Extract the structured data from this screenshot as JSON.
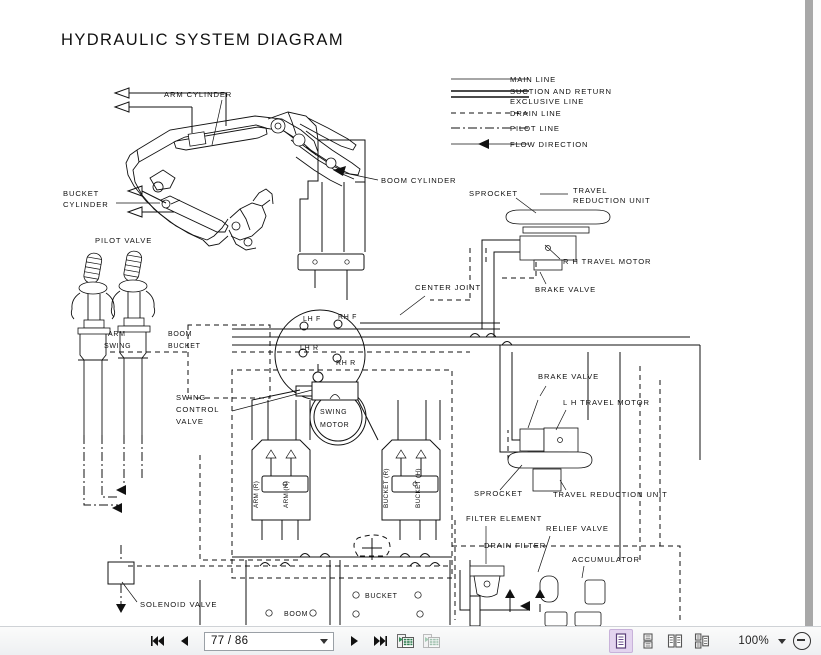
{
  "document": {
    "title": "HYDRAULIC SYSTEM DIAGRAM",
    "legend": {
      "items": [
        {
          "label": "MAIN LINE",
          "style": "thin-solid"
        },
        {
          "label": "SUCTION AND RETURN",
          "style": "thick-double"
        },
        {
          "label": "EXCLUSIVE LINE",
          "style": "thick-double"
        },
        {
          "label": "DRAIN LINE",
          "style": "dashed"
        },
        {
          "label": "PILOT LINE",
          "style": "dash-dot"
        },
        {
          "label": "FLOW DIRECTION",
          "style": "arrow"
        }
      ]
    },
    "callouts": [
      {
        "name": "arm-cylinder",
        "text": "ARM CYLINDER"
      },
      {
        "name": "bucket-cylinder",
        "text": "BUCKET\nCYLINDER"
      },
      {
        "name": "bucket-cylinder-line1",
        "text": "BUCKET"
      },
      {
        "name": "bucket-cylinder-line2",
        "text": "CYLINDER"
      },
      {
        "name": "boom-cylinder",
        "text": "BOOM CYLINDER"
      },
      {
        "name": "pilot-valve",
        "text": "PILOT VALVE"
      },
      {
        "name": "joystick-arm",
        "text": "ARM"
      },
      {
        "name": "joystick-swing",
        "text": "SWING"
      },
      {
        "name": "joystick-boom",
        "text": "BOOM"
      },
      {
        "name": "joystick-bucket",
        "text": "BUCKET"
      },
      {
        "name": "swing-control-valve-l1",
        "text": "SWING"
      },
      {
        "name": "swing-control-valve-l2",
        "text": "CONTROL"
      },
      {
        "name": "swing-control-valve-l3",
        "text": "VALVE"
      },
      {
        "name": "swing-motor-l1",
        "text": "SWING"
      },
      {
        "name": "swing-motor-l2",
        "text": "MOTOR"
      },
      {
        "name": "center-joint",
        "text": "CENTER JOINT"
      },
      {
        "name": "port-lh-f",
        "text": "LH  F"
      },
      {
        "name": "port-rh-f",
        "text": "RH  F"
      },
      {
        "name": "port-lh-r",
        "text": "LH  R"
      },
      {
        "name": "port-rh-r",
        "text": "RH  R"
      },
      {
        "name": "sprocket-top",
        "text": "SPROCKET"
      },
      {
        "name": "travel-reduction-unit-top-l1",
        "text": "TRAVEL"
      },
      {
        "name": "travel-reduction-unit-top-l2",
        "text": "REDUCTION UNIT"
      },
      {
        "name": "rh-travel-motor",
        "text": "R H TRAVEL MOTOR"
      },
      {
        "name": "brake-valve-top",
        "text": "BRAKE VALVE"
      },
      {
        "name": "brake-valve-bottom",
        "text": "BRAKE VALVE"
      },
      {
        "name": "lh-travel-motor",
        "text": "L H TRAVEL MOTOR"
      },
      {
        "name": "sprocket-bottom",
        "text": "SPROCKET"
      },
      {
        "name": "travel-reduction-unit-bottom",
        "text": "TRAVEL REDUCTION UNIT"
      },
      {
        "name": "filter-element",
        "text": "FILTER ELEMENT"
      },
      {
        "name": "drain-filter",
        "text": "DRAIN FILTER"
      },
      {
        "name": "relief-valve",
        "text": "RELIEF VALVE"
      },
      {
        "name": "accumulator",
        "text": "ACCUMULATOR"
      },
      {
        "name": "solenoid-valve",
        "text": "SOLENOID VALVE"
      },
      {
        "name": "valve-arm-r",
        "text": "ARM (R)"
      },
      {
        "name": "valve-arm-h",
        "text": "ARM (H)"
      },
      {
        "name": "valve-bucket-r",
        "text": "BUCKET (R)"
      },
      {
        "name": "valve-bucket-h",
        "text": "BUCKET (H)"
      },
      {
        "name": "spool-arm",
        "text": "ARM"
      },
      {
        "name": "spool-boom",
        "text": "BOOM"
      },
      {
        "name": "spool-bucket",
        "text": "BUCKET"
      }
    ]
  },
  "toolbar": {
    "first_page_label": "first-page",
    "prev_page_label": "previous-page",
    "next_page_label": "next-page",
    "last_page_label": "last-page",
    "page_value": "77 / 86",
    "page_current": "77",
    "page_total": "86",
    "zoom_value": "100%",
    "tools": [
      {
        "name": "export-page-tool",
        "label": "export-page"
      },
      {
        "name": "export-all-tool",
        "label": "export-all"
      }
    ],
    "view_modes": [
      {
        "name": "single-page-view",
        "label": "Single Page",
        "active": true
      },
      {
        "name": "continuous-view",
        "label": "Continuous",
        "active": false
      },
      {
        "name": "two-page-view",
        "label": "Two Pages",
        "active": false
      },
      {
        "name": "book-view",
        "label": "Book View",
        "active": false
      }
    ],
    "accent": "#e3d4ef"
  }
}
